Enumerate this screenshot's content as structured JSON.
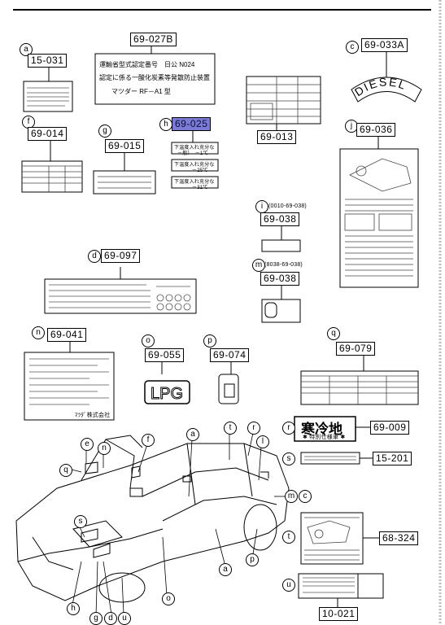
{
  "items": {
    "a": {
      "letter": "a",
      "part": "15-031"
    },
    "b": {
      "part": "69-027B",
      "text": [
        "運輸省型式認定番号　日公 N024",
        "認定に係る一酸化炭素等発散防止装置",
        "マツダー RF－A1 型"
      ]
    },
    "c": {
      "letter": "c",
      "part": "69-033A",
      "text": "DIESEL"
    },
    "d": {
      "letter": "d",
      "part": "69-097"
    },
    "e": {
      "part": "69-013"
    },
    "f": {
      "letter": "f",
      "part": "69-014"
    },
    "g": {
      "letter": "g",
      "part": "69-015"
    },
    "h": {
      "letter": "h",
      "part": "69-025",
      "text": [
        "下温度入れ充分な",
        "－般）　－1℃",
        "下温度入れ充分な",
        "－25℃",
        "下温度入れ充分な",
        "－31℃"
      ]
    },
    "i": {
      "letter": "i",
      "code": "(0010-69-038)",
      "part": "69-038"
    },
    "j": {
      "letter": "j",
      "part": "69-036"
    },
    "m": {
      "letter": "m",
      "code": "(8038-69-038)",
      "part": "69-038"
    },
    "n": {
      "letter": "n",
      "part": "69-041",
      "sig": "ﾏﾂﾀﾞ株式会社"
    },
    "o": {
      "letter": "o",
      "part": "69-055",
      "text": "LPG"
    },
    "p": {
      "letter": "p",
      "part": "69-074"
    },
    "q": {
      "letter": "q",
      "part": "69-079"
    },
    "r": {
      "letter": "r",
      "part": "69-009",
      "text": "寒冷地",
      "sub": "✱ 特別仕様車 ✱"
    },
    "s": {
      "letter": "s",
      "part": "15-201"
    },
    "t": {
      "letter": "t",
      "part": "68-324"
    },
    "u": {
      "letter": "u",
      "part": "10-021"
    }
  },
  "callouts": [
    "a",
    "t",
    "r",
    "e",
    "n",
    "f",
    "l",
    "q",
    "s",
    "m",
    "c",
    "h",
    "g",
    "d",
    "u",
    "o",
    "p",
    "a"
  ]
}
